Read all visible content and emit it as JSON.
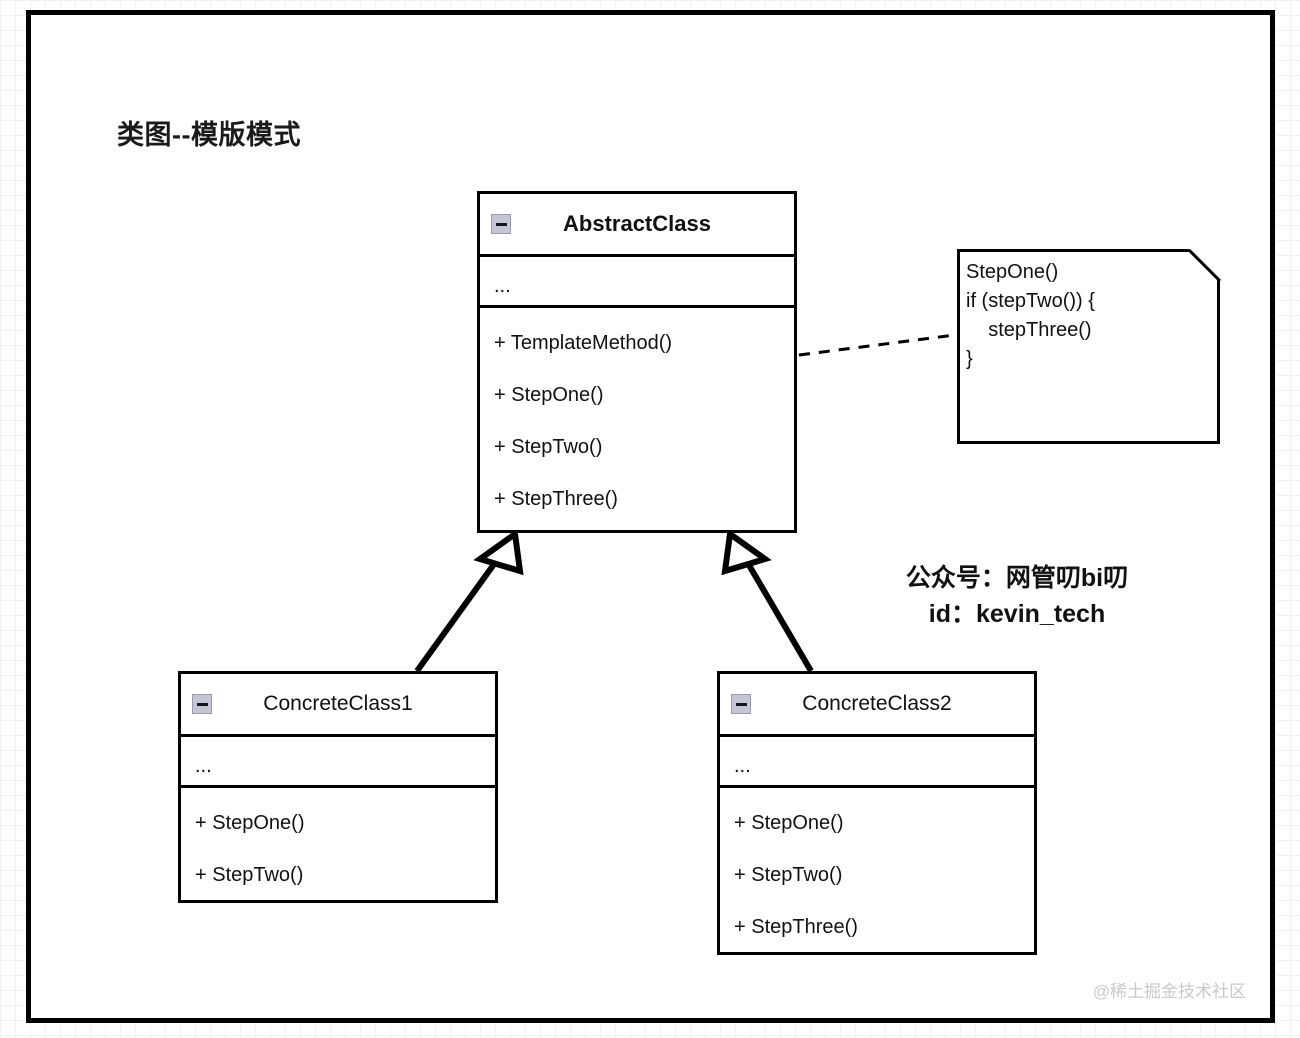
{
  "title": "类图--模版模式",
  "classes": [
    {
      "id": "abstract",
      "name": "AbstractClass",
      "collapse_icon": "collapse-minus-icon",
      "attributes_placeholder": "...",
      "methods": [
        "+ TemplateMethod()",
        "+ StepOne()",
        "+ StepTwo()",
        "+ StepThree()"
      ]
    },
    {
      "id": "concrete1",
      "name": "ConcreteClass1",
      "collapse_icon": "collapse-minus-icon",
      "attributes_placeholder": "...",
      "methods": [
        "+ StepOne()",
        "+ StepTwo()"
      ]
    },
    {
      "id": "concrete2",
      "name": "ConcreteClass2",
      "collapse_icon": "collapse-minus-icon",
      "attributes_placeholder": "...",
      "methods": [
        "+ StepOne()",
        "+ StepTwo()",
        "+ StepThree()"
      ]
    }
  ],
  "note": {
    "lines": [
      "StepOne()",
      "if (stepTwo()) {",
      "    stepThree()",
      "}"
    ],
    "text": "StepOne()\nif (stepTwo()) {\n    stepThree()\n}"
  },
  "relations": [
    {
      "type": "generalization",
      "from": "ConcreteClass1",
      "to": "AbstractClass",
      "style": "solid-hollow-triangle"
    },
    {
      "type": "generalization",
      "from": "ConcreteClass2",
      "to": "AbstractClass",
      "style": "solid-hollow-triangle"
    },
    {
      "type": "note-anchor",
      "from": "AbstractClass.TemplateMethod()",
      "to": "note",
      "style": "dashed"
    }
  ],
  "watermark": {
    "line1": "公众号：网管叨bi叨",
    "line2": "id：kevin_tech",
    "site": "@稀土掘金技术社区"
  },
  "colors": {
    "stroke": "#000000",
    "canvas_background": "#ffffff",
    "grid_minor": "#f2f2f2",
    "grid_major": "#e4e4e4",
    "collapse_icon_fill": "#c5c5d6",
    "site_watermark": "#c9c9c9"
  }
}
